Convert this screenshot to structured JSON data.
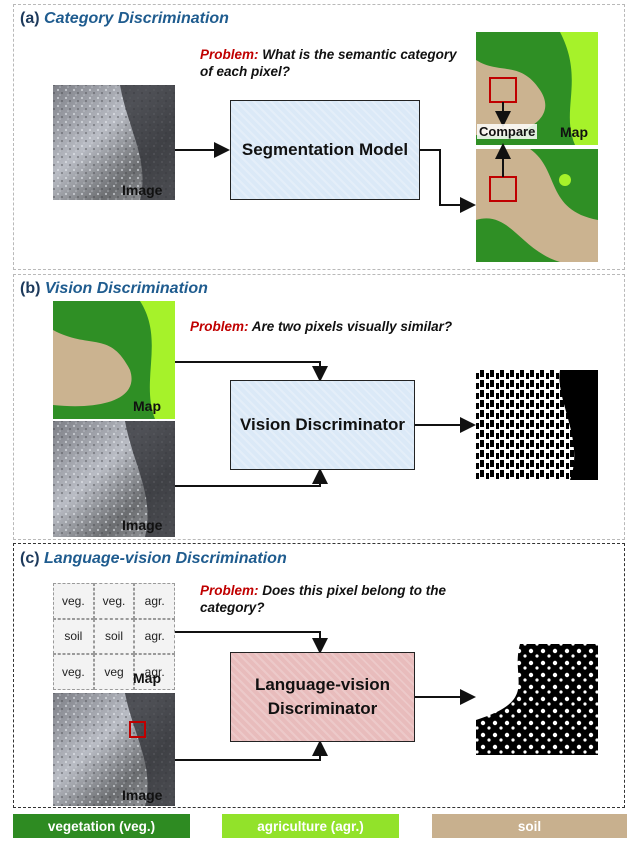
{
  "panels": {
    "a": {
      "label": "(a)",
      "name": "Category Discrimination",
      "problem_prefix": "Problem:",
      "problem_text": "What is the semantic category of each pixel?",
      "box": "Segmentation Model",
      "image_label": "Image",
      "compare_label": "Compare",
      "map_label": "Map"
    },
    "b": {
      "label": "(b)",
      "name": "Vision Discrimination",
      "problem_prefix": "Problem:",
      "problem_text": "Are two pixels visually similar?",
      "box": "Vision Discriminator",
      "map_label": "Map",
      "image_label": "Image"
    },
    "c": {
      "label": "(c)",
      "name": "Language-vision Discrimination",
      "problem_prefix": "Problem:",
      "problem_text": "Does this pixel belong to the category?",
      "box": "Language-vision Discriminator",
      "map_label": "Map",
      "image_label": "Image",
      "grid": [
        "veg.",
        "veg.",
        "agr.",
        "soil",
        "soil",
        "agr.",
        "veg.",
        "veg",
        "agr."
      ]
    }
  },
  "legend": [
    {
      "label": "vegetation (veg.)",
      "color": "#2e8b22"
    },
    {
      "label": "agriculture (agr.)",
      "color": "#92e22a"
    },
    {
      "label": "soil",
      "color": "#c8b08e"
    }
  ],
  "colors": {
    "veg": "#2f8f25",
    "agr": "#a6f22a",
    "soil": "#cbb390",
    "highlight": "#c00000",
    "title": "#1f5c8f"
  }
}
